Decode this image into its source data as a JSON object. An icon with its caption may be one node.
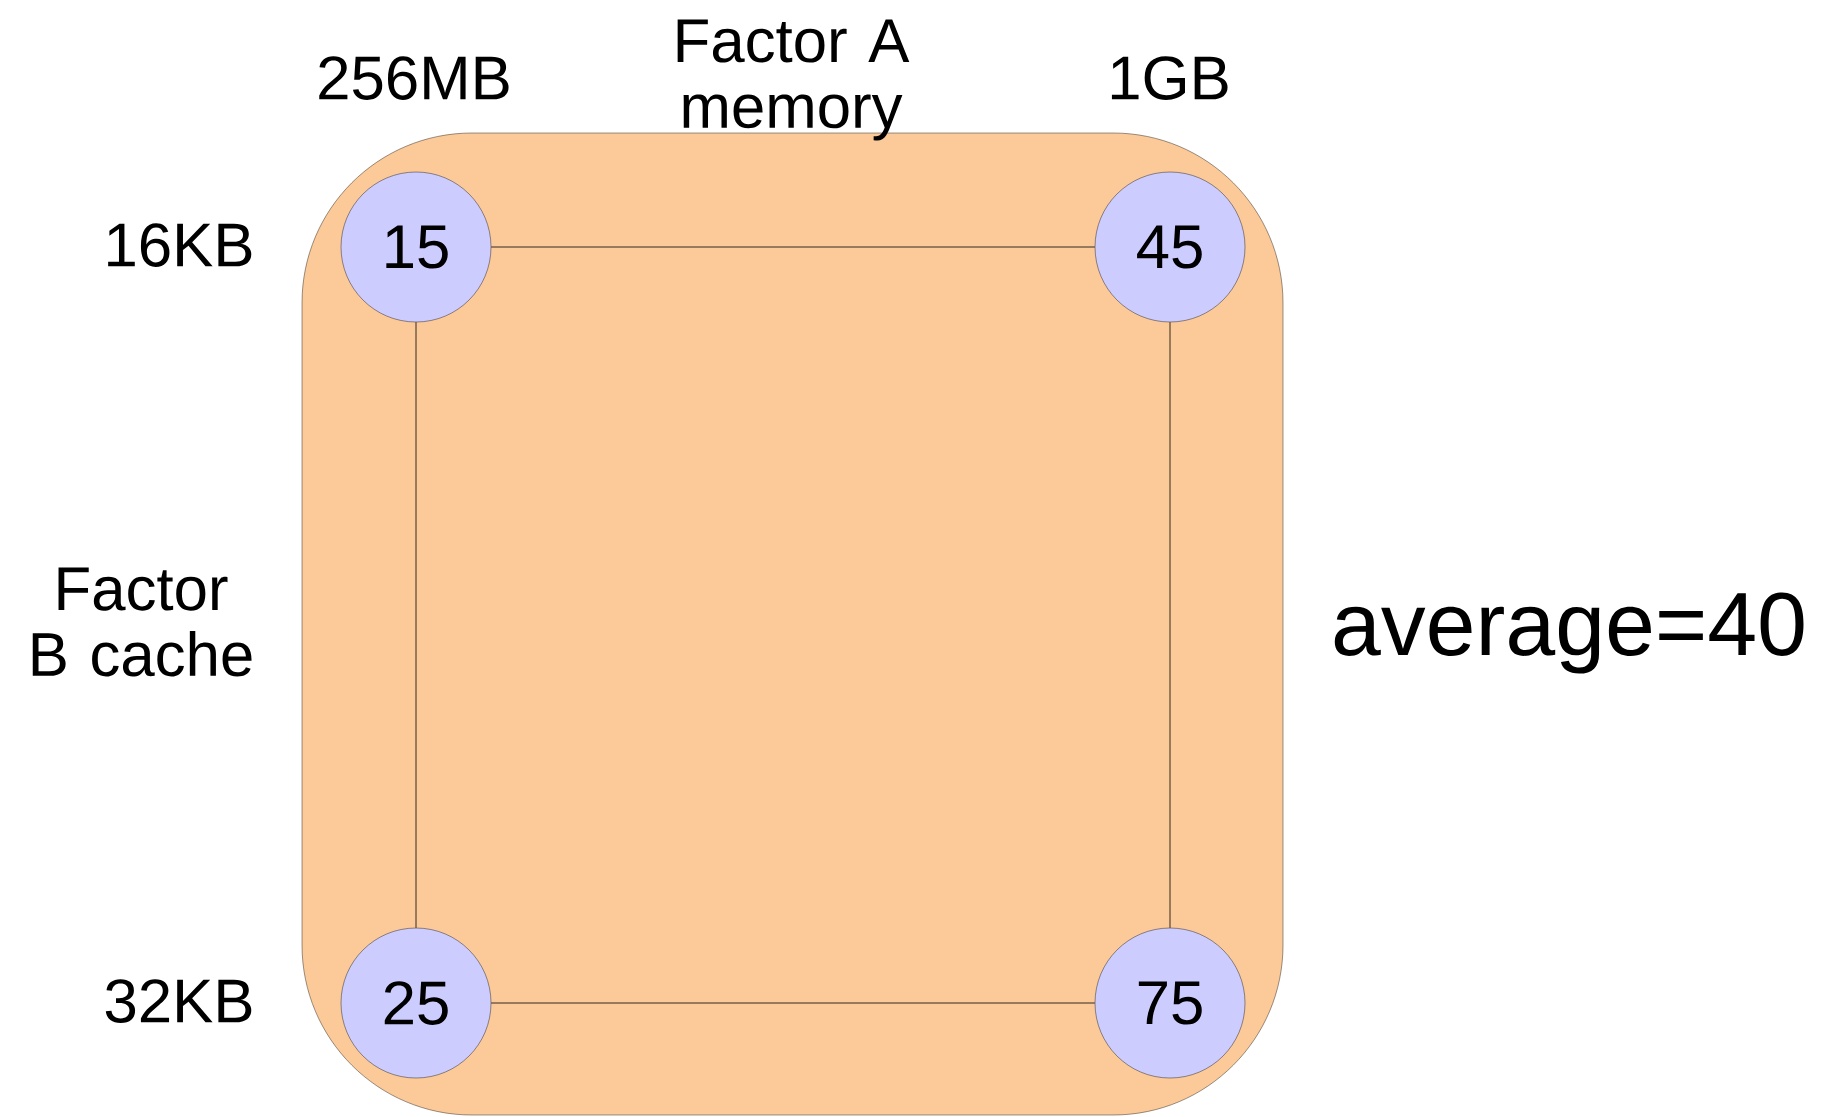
{
  "diagram": {
    "nodes": [
      {
        "text": [],
        "shape": "box"
      },
      {
        "text": [
          "15"
        ],
        "in": 0
      },
      {
        "text": [
          "45"
        ],
        "in": 0
      },
      {
        "text": [
          "25"
        ],
        "in": 0
      },
      {
        "text": [
          "75"
        ],
        "in": 0
      }
    ],
    "edges": [
      {
        "from": 1,
        "to": 2,
        "arrow": "none"
      },
      {
        "from": 1,
        "to": 3,
        "arrow": "none"
      },
      {
        "from": 2,
        "to": 4,
        "arrow": "none"
      },
      {
        "from": 3,
        "to": 4,
        "arrow": "none"
      }
    ],
    "labels": [
      "256MB",
      "Factor A memory",
      "1GB",
      "16KB",
      "Factor B cache",
      "32KB",
      "average=40"
    ]
  }
}
